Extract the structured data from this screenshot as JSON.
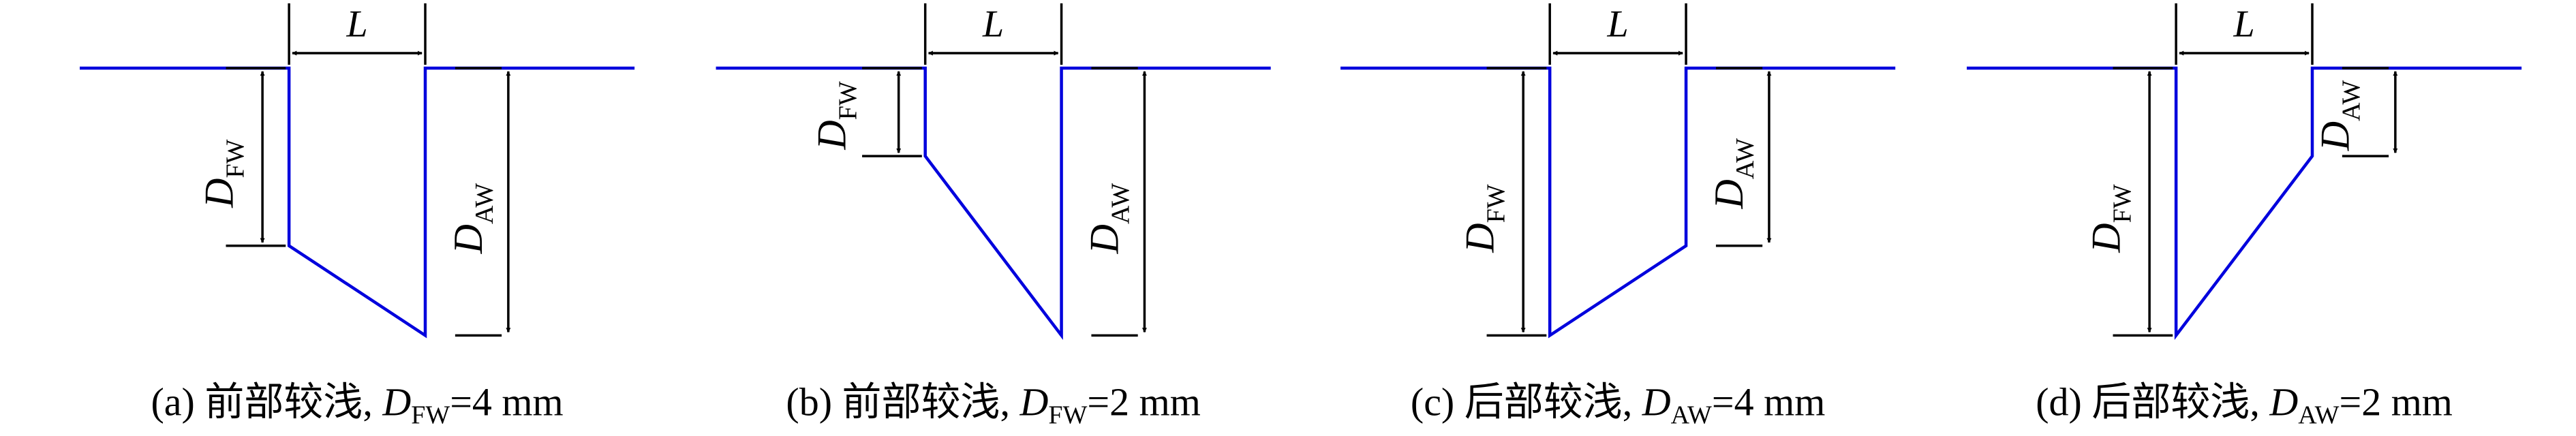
{
  "figure": {
    "line_color": "#0000dd",
    "arrow_color": "#000000",
    "panels": [
      {
        "id": "a",
        "caption": {
          "prefix": "(a) ",
          "text": "前部较浅, ",
          "var": "D",
          "sub": "FW",
          "suffix": "=4 mm"
        },
        "labels": {
          "width": "L",
          "left_depth": {
            "main": "D",
            "sub": "FW"
          },
          "right_depth": {
            "main": "D",
            "sub": "AW"
          }
        }
      },
      {
        "id": "b",
        "caption": {
          "prefix": "(b) ",
          "text": "前部较浅, ",
          "var": "D",
          "sub": "FW",
          "suffix": "=2 mm"
        },
        "labels": {
          "width": "L",
          "left_depth": {
            "main": "D",
            "sub": "FW"
          },
          "right_depth": {
            "main": "D",
            "sub": "AW"
          }
        }
      },
      {
        "id": "c",
        "caption": {
          "prefix": "(c) ",
          "text": "后部较浅, ",
          "var": "D",
          "sub": "AW",
          "suffix": "=4 mm"
        },
        "labels": {
          "width": "L",
          "left_depth": {
            "main": "D",
            "sub": "FW"
          },
          "right_depth": {
            "main": "D",
            "sub": "AW"
          }
        }
      },
      {
        "id": "d",
        "caption": {
          "prefix": "(d) ",
          "text": "后部较浅, ",
          "var": "D",
          "sub": "AW",
          "suffix": "=2 mm"
        },
        "labels": {
          "width": "L",
          "left_depth": {
            "main": "D",
            "sub": "FW"
          },
          "right_depth": {
            "main": "D",
            "sub": "AW"
          }
        }
      }
    ]
  }
}
